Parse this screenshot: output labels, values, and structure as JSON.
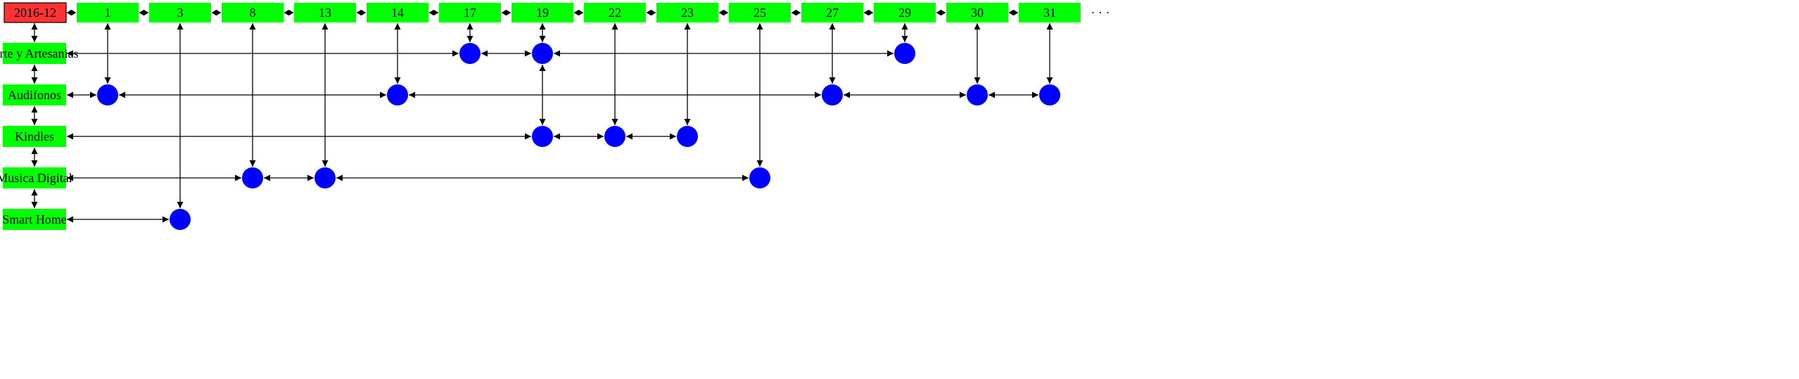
{
  "colors": {
    "header_fill": "#ff3333",
    "node_fill": "#00ff00",
    "event_fill": "#0000ff",
    "edge": "#000000"
  },
  "header": {
    "label": "2016-12"
  },
  "days": [
    "1",
    "3",
    "8",
    "13",
    "14",
    "17",
    "19",
    "22",
    "23",
    "25",
    "27",
    "29",
    "30",
    "31"
  ],
  "continuation": "· · ·",
  "categories": [
    "Arte y Artesanias",
    "Audifonos",
    "Kindles",
    "Musica Digital",
    "Smart Home"
  ],
  "events": [
    {
      "day": "17",
      "category": "Arte y Artesanias"
    },
    {
      "day": "19",
      "category": "Arte y Artesanias"
    },
    {
      "day": "29",
      "category": "Arte y Artesanias"
    },
    {
      "day": "1",
      "category": "Audifonos"
    },
    {
      "day": "14",
      "category": "Audifonos"
    },
    {
      "day": "27",
      "category": "Audifonos"
    },
    {
      "day": "30",
      "category": "Audifonos"
    },
    {
      "day": "31",
      "category": "Audifonos"
    },
    {
      "day": "19",
      "category": "Kindles"
    },
    {
      "day": "22",
      "category": "Kindles"
    },
    {
      "day": "23",
      "category": "Kindles"
    },
    {
      "day": "8",
      "category": "Musica Digital"
    },
    {
      "day": "13",
      "category": "Musica Digital"
    },
    {
      "day": "25",
      "category": "Musica Digital"
    },
    {
      "day": "3",
      "category": "Smart Home"
    }
  ]
}
